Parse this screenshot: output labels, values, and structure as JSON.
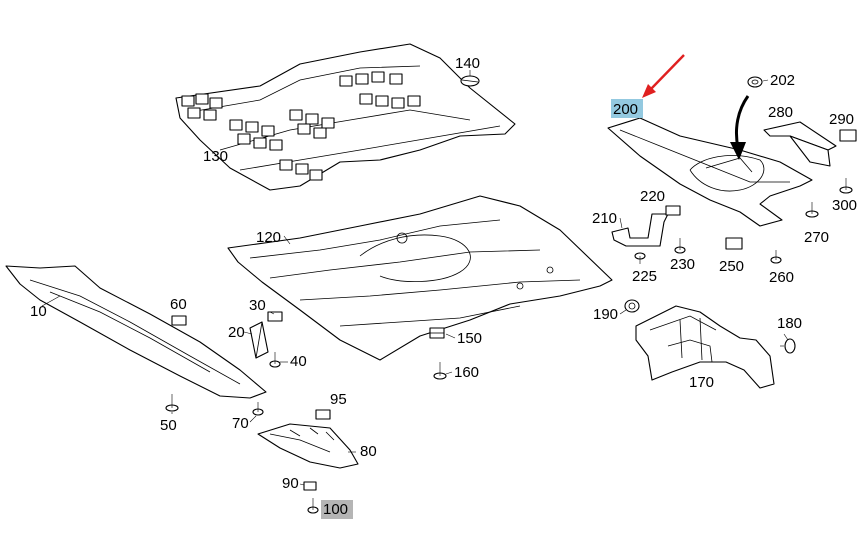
{
  "diagram": {
    "callouts": [
      {
        "id": "10",
        "label": "10"
      },
      {
        "id": "20",
        "label": "20"
      },
      {
        "id": "30",
        "label": "30"
      },
      {
        "id": "40",
        "label": "40"
      },
      {
        "id": "50",
        "label": "50"
      },
      {
        "id": "60",
        "label": "60"
      },
      {
        "id": "70",
        "label": "70"
      },
      {
        "id": "80",
        "label": "80"
      },
      {
        "id": "90",
        "label": "90"
      },
      {
        "id": "95",
        "label": "95"
      },
      {
        "id": "100",
        "label": "100",
        "highlight": "grey"
      },
      {
        "id": "120",
        "label": "120"
      },
      {
        "id": "130",
        "label": "130"
      },
      {
        "id": "140",
        "label": "140"
      },
      {
        "id": "150",
        "label": "150"
      },
      {
        "id": "160",
        "label": "160"
      },
      {
        "id": "170",
        "label": "170"
      },
      {
        "id": "180",
        "label": "180"
      },
      {
        "id": "190",
        "label": "190"
      },
      {
        "id": "200",
        "label": "200",
        "highlight": "blue"
      },
      {
        "id": "202",
        "label": "202"
      },
      {
        "id": "210",
        "label": "210"
      },
      {
        "id": "220",
        "label": "220"
      },
      {
        "id": "225",
        "label": "225"
      },
      {
        "id": "230",
        "label": "230"
      },
      {
        "id": "250",
        "label": "250"
      },
      {
        "id": "260",
        "label": "260"
      },
      {
        "id": "270",
        "label": "270"
      },
      {
        "id": "280",
        "label": "280"
      },
      {
        "id": "290",
        "label": "290"
      },
      {
        "id": "300",
        "label": "300"
      }
    ],
    "colors": {
      "highlight_blue": "#93c9e0",
      "highlight_grey": "#b5b5b5",
      "pointer_arrow": "#e02020",
      "line": "#000000"
    }
  }
}
